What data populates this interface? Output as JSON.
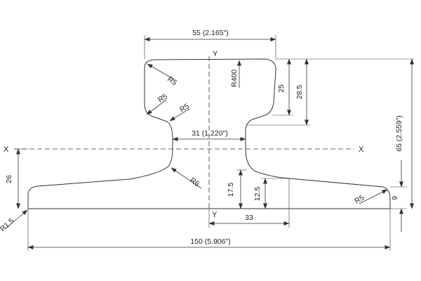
{
  "axes": {
    "x_label": "X",
    "y_label": "Y"
  },
  "dimensions": {
    "head_width": "55 (2.165\")",
    "web_thickness": "31 (1.220\")",
    "base_width": "150 (5.906\")",
    "foot_to_centre": "33",
    "height_total": "65 (2.559\")",
    "head_depth": "25",
    "head_to_web": "28.5",
    "neutral_axis_height": "26",
    "web_root_height": "17.5",
    "flange_height": "12.5",
    "toe_height": "9"
  },
  "radii": {
    "head_corner_top": "R5",
    "head_corner_left": "R5",
    "head_underside": "R5",
    "crown": "R400",
    "web_fillet": "R6",
    "foot_toe_right": "R5",
    "foot_toe_left": "R1.5"
  },
  "colors": {
    "line": "#333333",
    "text": "#222222",
    "background": "#ffffff"
  }
}
